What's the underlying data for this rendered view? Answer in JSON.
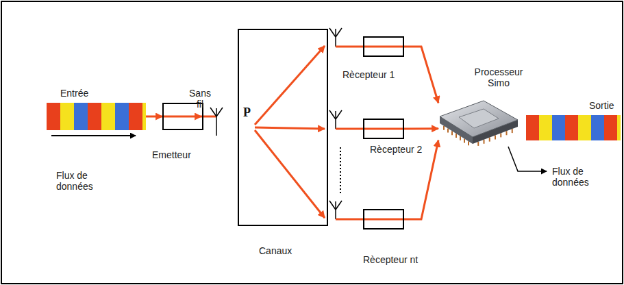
{
  "diagram": {
    "nodes": [
      {
        "text": [
          "Entrée"
        ]
      },
      {
        "text": [
          "Emetteur"
        ]
      },
      {
        "text": [
          "P",
          "Canaux"
        ]
      },
      {
        "text": [
          "Rècepteur 1"
        ]
      },
      {
        "text": [
          "Rècepteur 2"
        ]
      },
      {
        "text": [
          "Rècepteur nt"
        ]
      },
      {
        "text": [
          "Processeur Simo"
        ]
      },
      {
        "text": [
          "Sortie"
        ]
      }
    ],
    "edges": [
      {
        "from": 0,
        "to": 1,
        "arrow": "to"
      },
      {
        "from": 3,
        "to": 6,
        "arrow": "to"
      },
      {
        "from": 4,
        "to": 6,
        "arrow": "to"
      },
      {
        "from": 5,
        "to": 6,
        "arrow": "to"
      }
    ],
    "labels": [
      "Sans fil",
      "Flux de données",
      "Flux de données"
    ]
  }
}
